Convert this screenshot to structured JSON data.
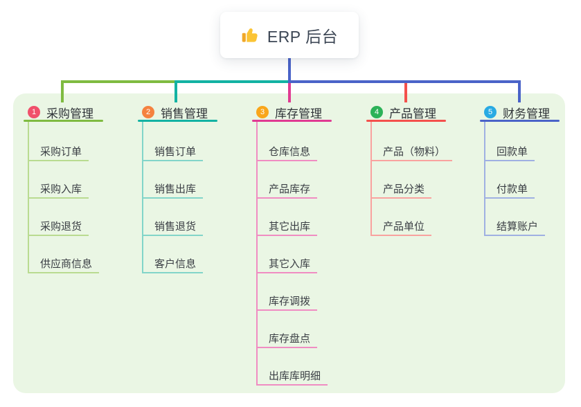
{
  "root": {
    "title": "ERP 后台",
    "icon": "thumbs-up-icon"
  },
  "connector_color": "#4a63c8",
  "panel_bg": "#eaf6e4",
  "branches": [
    {
      "number": "1",
      "label": "采购管理",
      "colors": {
        "badge": "#f0506b",
        "main": "#7fbb41",
        "light": "#b9db90"
      },
      "items": [
        "采购订单",
        "采购入库",
        "采购退货",
        "供应商信息"
      ]
    },
    {
      "number": "2",
      "label": "销售管理",
      "colors": {
        "badge": "#f5823f",
        "main": "#13b2a3",
        "light": "#82d5c9"
      },
      "items": [
        "销售订单",
        "销售出库",
        "销售退货",
        "客户信息"
      ]
    },
    {
      "number": "3",
      "label": "库存管理",
      "colors": {
        "badge": "#f9a61a",
        "main": "#e03a92",
        "light": "#f08cc2"
      },
      "items": [
        "仓库信息",
        "产品库存",
        "其它出库",
        "其它入库",
        "库存调拨",
        "库存盘点",
        "出库库明细"
      ]
    },
    {
      "number": "4",
      "label": "产品管理",
      "colors": {
        "badge": "#2cb258",
        "main": "#f4504c",
        "light": "#f9a29f"
      },
      "items": [
        "产品（物料）",
        "产品分类",
        "产品单位"
      ]
    },
    {
      "number": "5",
      "label": "财务管理",
      "colors": {
        "badge": "#29aae3",
        "main": "#4a63c8",
        "light": "#9fb0e2"
      },
      "items": [
        "回款单",
        "付款单",
        "结算账户"
      ]
    }
  ]
}
